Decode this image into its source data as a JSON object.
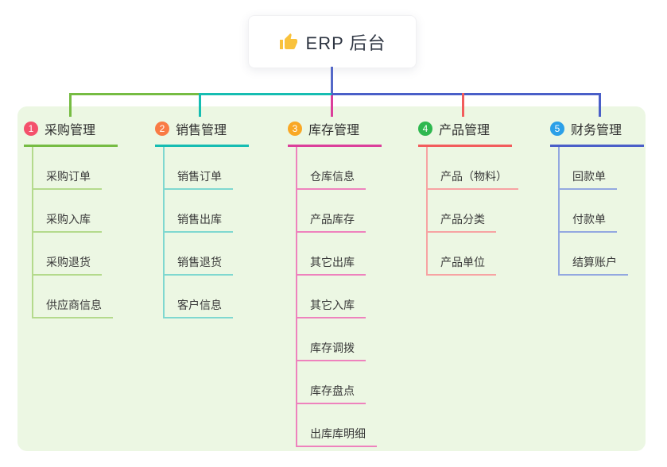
{
  "root": {
    "title": "ERP 后台",
    "icon": "thumbs-up-icon",
    "icon_color": "#f9c23c"
  },
  "colors": {
    "panel_bg": "#ecf7e3",
    "root_line": "#5468c8",
    "text_dark": "#2f2f2f"
  },
  "branches": [
    {
      "number": "1",
      "title": "采购管理",
      "badge_color": "#f4516c",
      "line_color": "#76bc43",
      "light_color": "#b4da8c",
      "children": [
        "采购订单",
        "采购入库",
        "采购退货",
        "供应商信息"
      ]
    },
    {
      "number": "2",
      "title": "销售管理",
      "badge_color": "#f97b45",
      "line_color": "#16bdb2",
      "light_color": "#7fd8d0",
      "children": [
        "销售订单",
        "销售出库",
        "销售退货",
        "客户信息"
      ]
    },
    {
      "number": "3",
      "title": "库存管理",
      "badge_color": "#f9a825",
      "line_color": "#db3f9b",
      "light_color": "#ee82bd",
      "children": [
        "仓库信息",
        "产品库存",
        "其它出库",
        "其它入库",
        "库存调拨",
        "库存盘点",
        "出库库明细"
      ]
    },
    {
      "number": "4",
      "title": "产品管理",
      "badge_color": "#2eb84f",
      "line_color": "#f25c5c",
      "light_color": "#f7a3a3",
      "children": [
        "产品（物料）",
        "产品分类",
        "产品单位"
      ]
    },
    {
      "number": "5",
      "title": "财务管理",
      "badge_color": "#2ba0e8",
      "line_color": "#4a5fc8",
      "light_color": "#93a8e0",
      "children": [
        "回款单",
        "付款单",
        "结算账户"
      ]
    }
  ]
}
